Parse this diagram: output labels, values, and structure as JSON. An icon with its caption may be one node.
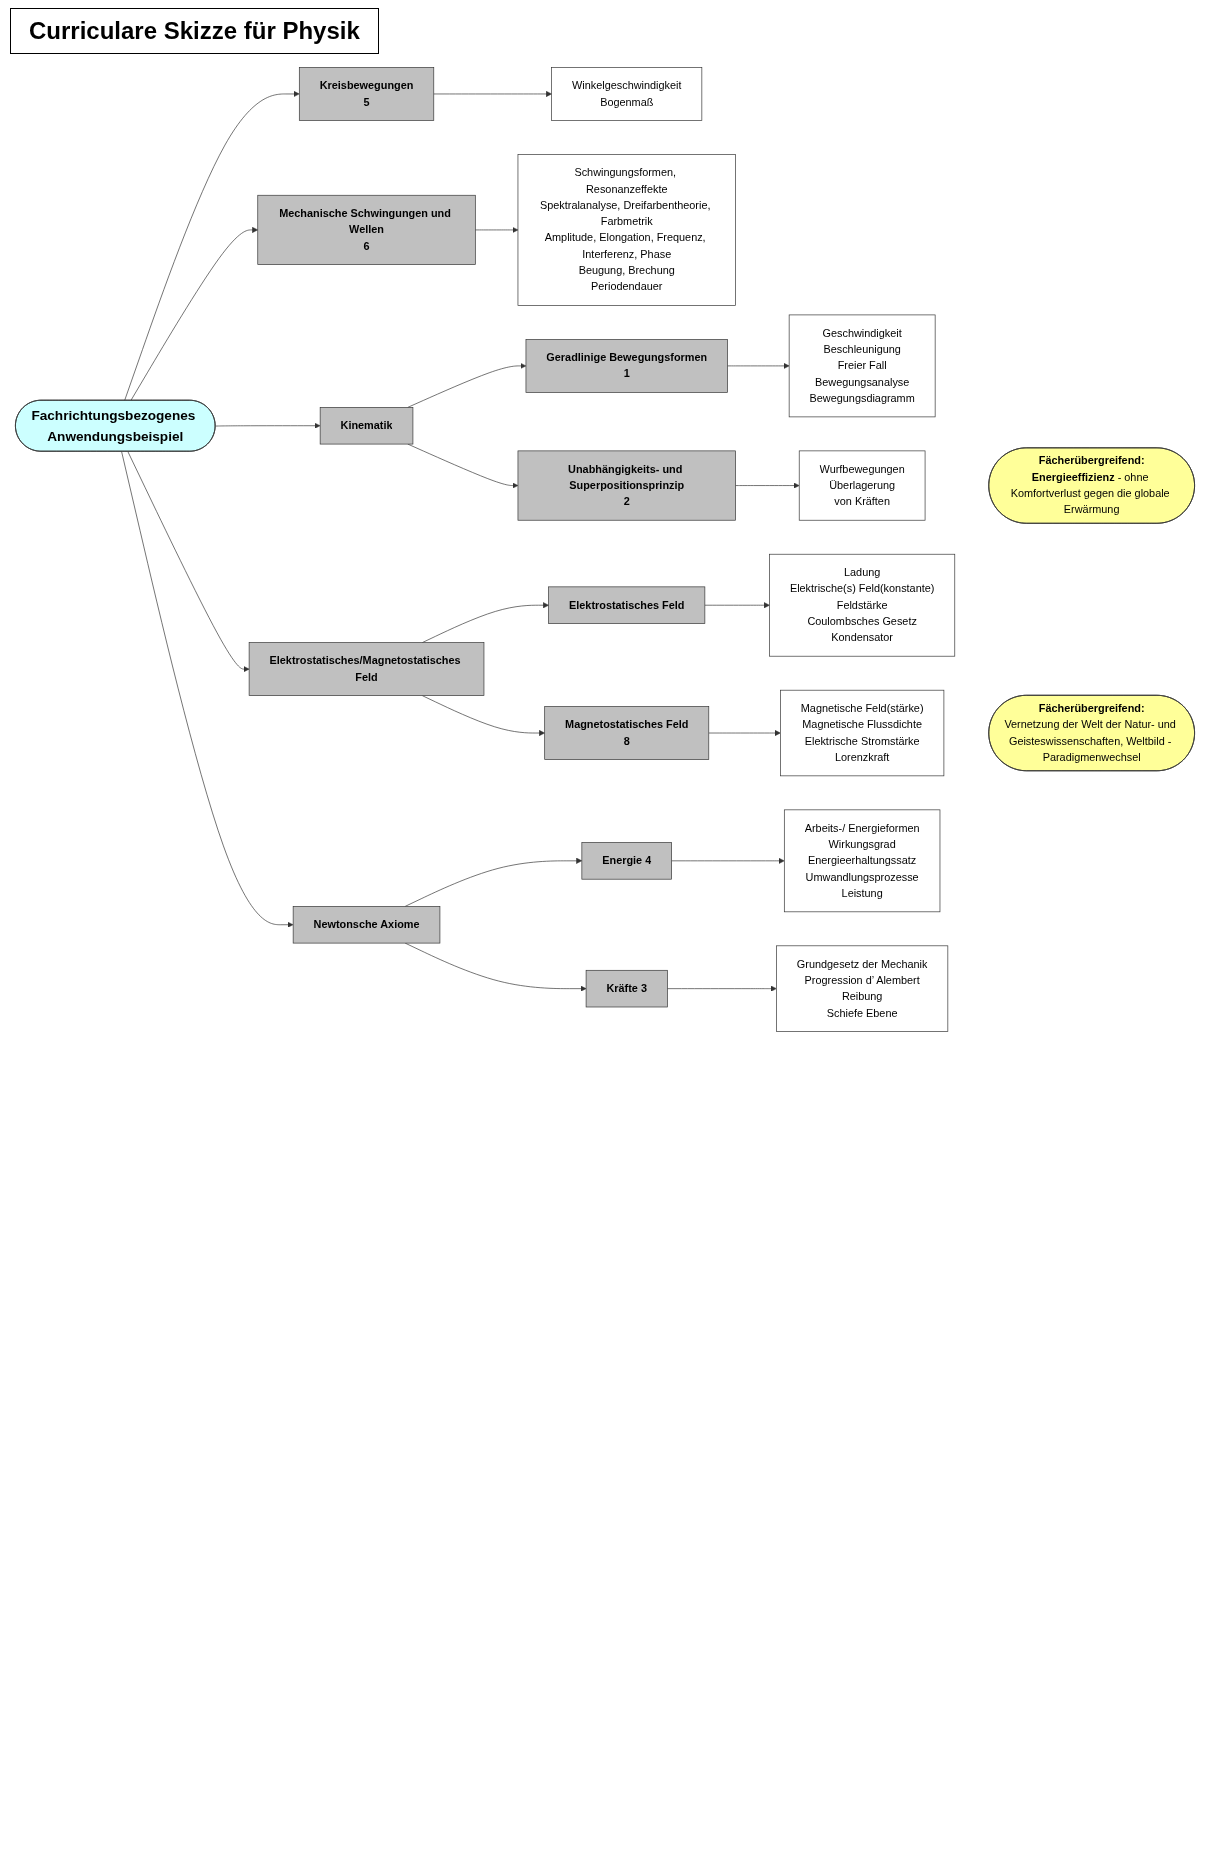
{
  "diagram": {
    "title": "Curriculare Skizze für Physik",
    "nodes": [
      {
        "text": [
          "Winkelgeschwindigkeit",
          "Bogenmaß"
        ]
      },
      {
        "text": [
          "Schwingungsformen, Resonanzeffekte",
          "Spektralanalyse, Dreifarbentheorie, Farbmetrik",
          "Amplitude, Elongation, Frequenz, Interferenz, Phase",
          "Beugung, Brechung",
          "Periodendauer"
        ]
      },
      {
        "text": [
          "Kreisbewegungen",
          "5"
        ]
      },
      {
        "text": [
          "Mechanische Schwingungen und Wellen",
          "6"
        ]
      },
      {
        "text": [
          "Fachrichtungsbezogenes Anwendungsbeispiel"
        ]
      },
      {
        "text": [
          "Kinematik"
        ]
      },
      {
        "text": [
          "Geradlinige Bewegungsformen",
          "1"
        ]
      },
      {
        "text": [
          "Elektrostatisches/Magnetostatisches Feld"
        ]
      },
      {
        "text": [
          "Newtonsche Axiome"
        ]
      },
      {
        "text": [
          "Elektrostatisches Feld"
        ]
      },
      {
        "text": [
          "Kräfte 3"
        ]
      },
      {
        "text": [
          "Unabhängigkeits- und Superpositionsprinzip",
          "2"
        ]
      },
      {
        "text": [
          "Magnetostatisches Feld",
          "8"
        ]
      },
      {
        "text": [
          "Energie 4"
        ]
      },
      {
        "text": [
          "Grundgesetz der Mechanik",
          "Progression d’ Alembert",
          "Reibung",
          "Schiefe Ebene"
        ]
      },
      {
        "text": [
          "Geschwindigkeit",
          "Beschleunigung",
          "Freier Fall",
          "Bewegungsanalyse",
          "Bewegungsdiagramm"
        ]
      },
      {
        "text": [
          "Ladung",
          "Elektrische(s) Feld(konstante)",
          "Feldstärke",
          "Coulombsches Gesetz",
          "Kondensator"
        ]
      },
      {
        "text": [
          "Arbeits-/ Energieformen",
          "Wirkungsgrad",
          "Energieerhaltungssatz",
          "Umwandlungsprozesse",
          "Leistung"
        ]
      },
      {
        "text": [
          "Wurfbewegungen",
          "Überlagerung",
          "von Kräften"
        ]
      },
      {
        "text": [
          "Magnetische Feld(stärke)",
          "Magnetische Flussdichte",
          "Elektrische Stromstärke",
          "Lorenzkraft"
        ]
      },
      {
        "text": [
          "Fächerübergreifend:",
          "Vernetzung der Welt der Natur- und Geisteswissenschaften, Weltbild - Paradigmenwechsel"
        ]
      },
      {
        "text": [
          "Fächerübergreifend:",
          "**Energieeffizienz** - ohne Komfortverlust gegen die globale Erwärmung"
        ]
      }
    ],
    "edges": [
      {
        "from": 2,
        "to": 0,
        "arrow": "to"
      },
      {
        "from": 4,
        "to": 2,
        "arrow": "to"
      },
      {
        "from": 4,
        "to": 3,
        "arrow": "to"
      },
      {
        "from": 3,
        "to": 1,
        "arrow": "to"
      },
      {
        "from": 4,
        "to": 5,
        "arrow": "to"
      },
      {
        "from": 5,
        "to": 6,
        "arrow": "to"
      },
      {
        "from": 5,
        "to": 11,
        "arrow": "to"
      },
      {
        "from": 4,
        "to": 7,
        "arrow": "to"
      },
      {
        "from": 4,
        "to": 8,
        "arrow": "to"
      },
      {
        "from": 7,
        "to": 9,
        "arrow": "to"
      },
      {
        "from": 7,
        "to": 12,
        "arrow": "to"
      },
      {
        "from": 8,
        "to": 13,
        "arrow": "to"
      },
      {
        "from": 8,
        "to": 10,
        "arrow": "to"
      },
      {
        "from": 10,
        "to": 14,
        "arrow": "to"
      },
      {
        "from": 6,
        "to": 15,
        "arrow": "to"
      },
      {
        "from": 11,
        "to": 18,
        "arrow": "to"
      },
      {
        "from": 9,
        "to": 16,
        "arrow": "to"
      },
      {
        "from": 13,
        "to": 17,
        "arrow": "to"
      },
      {
        "from": 12,
        "to": 19,
        "arrow": "to"
      }
    ]
  }
}
